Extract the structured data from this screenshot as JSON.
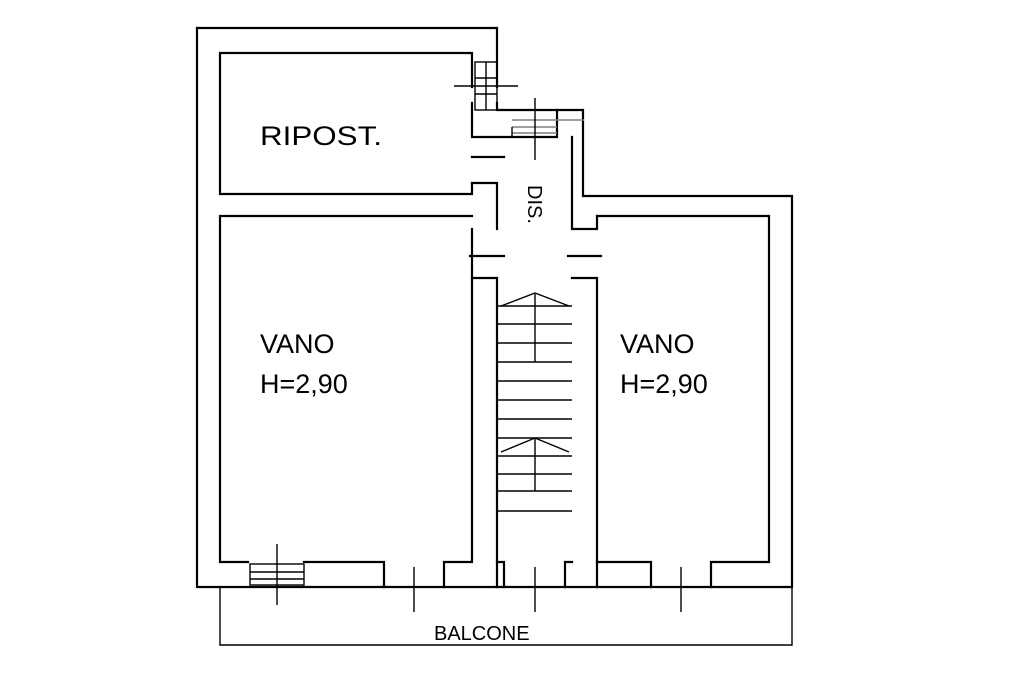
{
  "rooms": [
    {
      "name": "RIPOST."
    },
    {
      "name": "VANO",
      "height": "H=2,90"
    },
    {
      "name": "VANO",
      "height": "H=2,90"
    }
  ],
  "corridor": {
    "label": "DIS."
  },
  "balcony": {
    "label": "BALCONE"
  }
}
